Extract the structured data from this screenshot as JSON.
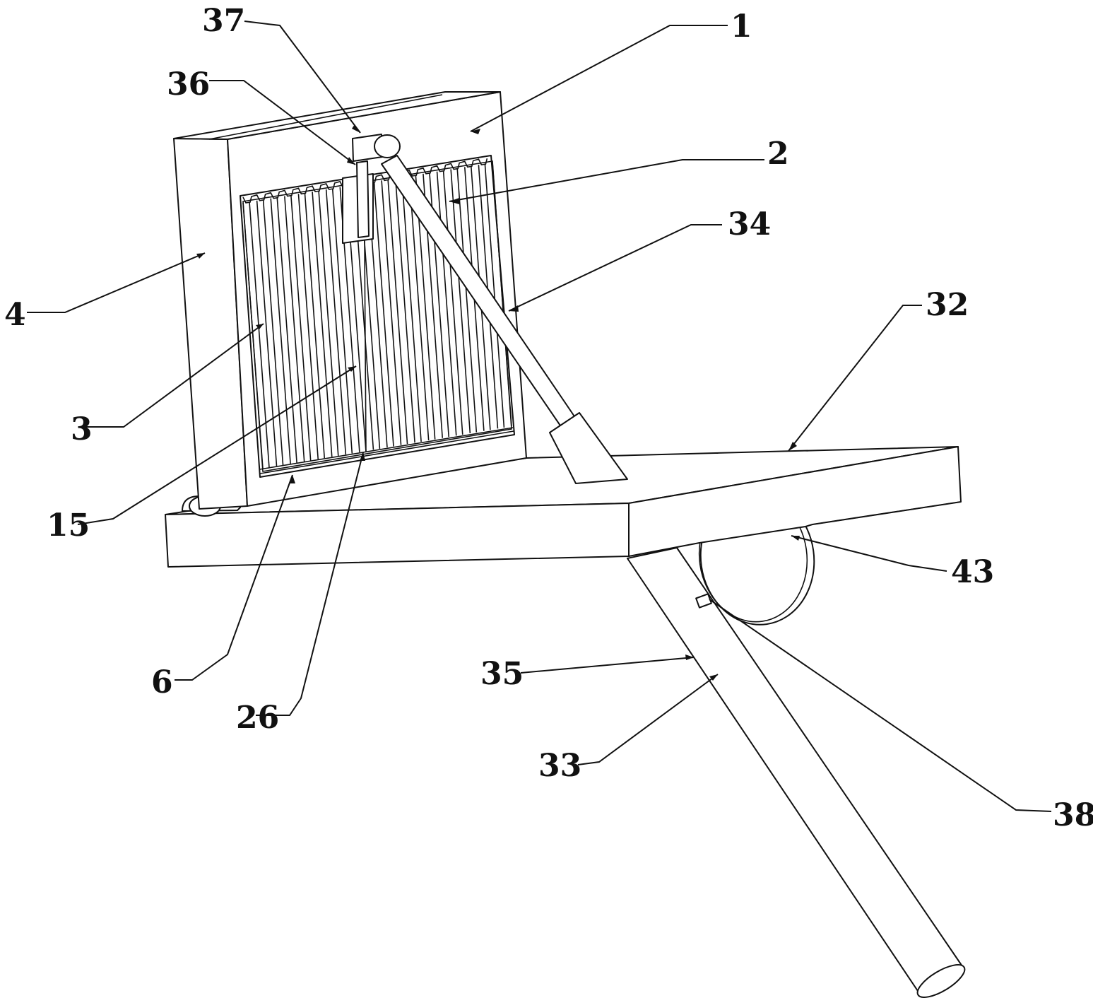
{
  "labels": {
    "l1": "1",
    "l2": "2",
    "l3": "3",
    "l4": "4",
    "l6": "6",
    "l15": "15",
    "l26": "26",
    "l32": "32",
    "l33": "33",
    "l34": "34",
    "l35": "35",
    "l36": "36",
    "l37": "37",
    "l38": "38",
    "l43": "43"
  }
}
